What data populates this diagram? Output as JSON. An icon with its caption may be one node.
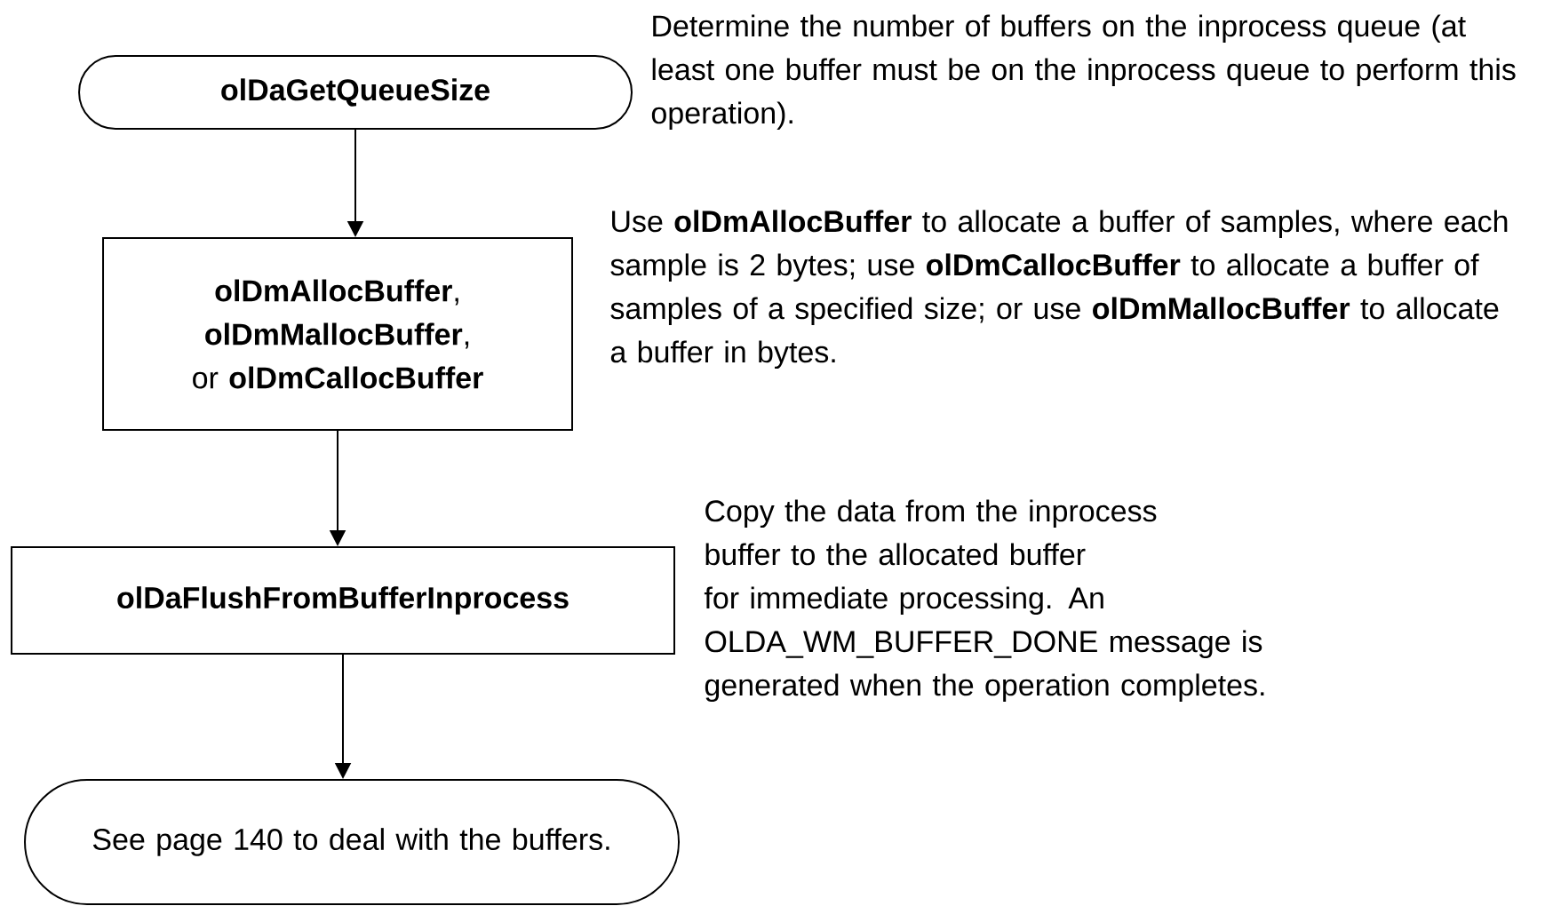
{
  "diagram": {
    "nodes": [
      {
        "text": [
          "olDaGetQueueSize"
        ],
        "beside": [
          "Determine the number of buffers on the inprocess queue (at least one buffer must be on the inprocess queue to perform this operation)."
        ]
      },
      {
        "text": [
          "**olDmAllocBuffer**, **olDmMallocBuffer**, or **olDmCallocBuffer**"
        ],
        "beside": [
          "Use **olDmAllocBuffer** to allocate a buffer of samples, where each sample is 2 bytes; use **olDmCallocBuffer** to allocate a buffer of samples of a specified size; or use **olDmMallocBuffer** to allocate a buffer in bytes."
        ]
      },
      {
        "text": [
          "olDaFlushFromBufferInprocess"
        ],
        "beside": [
          "Copy the data from the inprocess buffer to the allocated buffer for immediate processing. An OLDA_WM_BUFFER_DONE message is generated when the operation completes."
        ]
      },
      {
        "text": [
          "See page 140 to deal with the buffers."
        ]
      }
    ],
    "edges": [
      {
        "from": 0,
        "to": 1,
        "arrow": "to"
      },
      {
        "from": 1,
        "to": 2,
        "arrow": "to"
      },
      {
        "from": 2,
        "to": 3,
        "arrow": "to"
      }
    ]
  }
}
